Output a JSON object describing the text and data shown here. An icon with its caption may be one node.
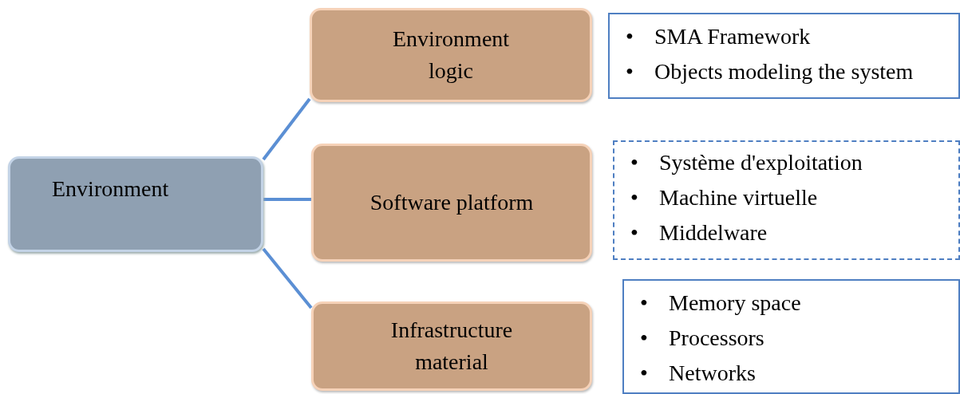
{
  "diagram": {
    "nodes": [
      {
        "text": [
          "Environment"
        ]
      },
      {
        "text": [
          "Environment logic"
        ]
      },
      {
        "text": [
          "• SMA Framework",
          "• Objects modeling the system"
        ]
      },
      {
        "text": [
          "Software platform"
        ]
      },
      {
        "text": [
          "• Système d'exploitation",
          "• Machine virtuelle",
          "• Middelware"
        ]
      },
      {
        "text": [
          "Infrastructure material"
        ]
      },
      {
        "text": [
          "• Memory space",
          "• Processors",
          "• Networks"
        ]
      }
    ],
    "edges": [
      {
        "from": 0,
        "to": 1,
        "arrow": "none"
      },
      {
        "from": 0,
        "to": 3,
        "arrow": "none"
      },
      {
        "from": 0,
        "to": 5,
        "arrow": "none"
      }
    ]
  }
}
